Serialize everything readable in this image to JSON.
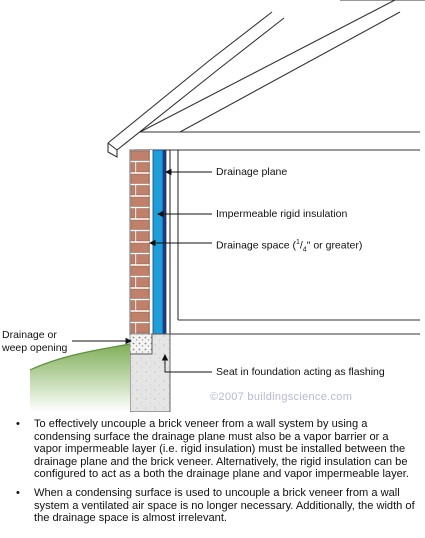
{
  "callouts": {
    "drainage_plane": "Drainage plane",
    "impermeable_rigid_insulation": "Impermeable rigid insulation",
    "drainage_space_prefix": "Drainage space (",
    "drainage_space_num": "1",
    "drainage_space_den": "4",
    "drainage_space_suffix": "\" or greater)",
    "drainage_or": "Drainage or",
    "weep_opening": "weep opening",
    "seat_in_foundation": "Seat in foundation acting as flashing"
  },
  "watermark": "©2007 buildingscience.com",
  "notes": [
    "To effectively uncouple a brick veneer from a wall system by using a condensing surface the drainage plane must also be a vapor barrier or a vapor impermeable layer (i.e. rigid insulation) must be installed between the drainage plane and the brick veneer. Alternatively, the rigid insulation can be configured to act as a both the drainage plane and vapor impermeable layer.",
    "When a condensing surface is used to uncouple a brick veneer from a wall system a ventilated air space is no longer necessary. Additionally, the width of the drainage space is almost irrelevant."
  ],
  "colors": {
    "brick": "#c0806a",
    "mortar": "#ffffff",
    "insulation": "#1e9ed6",
    "drainage_plane": "#1a3b8a",
    "foundation": "#e6e6e6",
    "grass": "#6f9e4a",
    "gravel": "#f2f2f2"
  }
}
